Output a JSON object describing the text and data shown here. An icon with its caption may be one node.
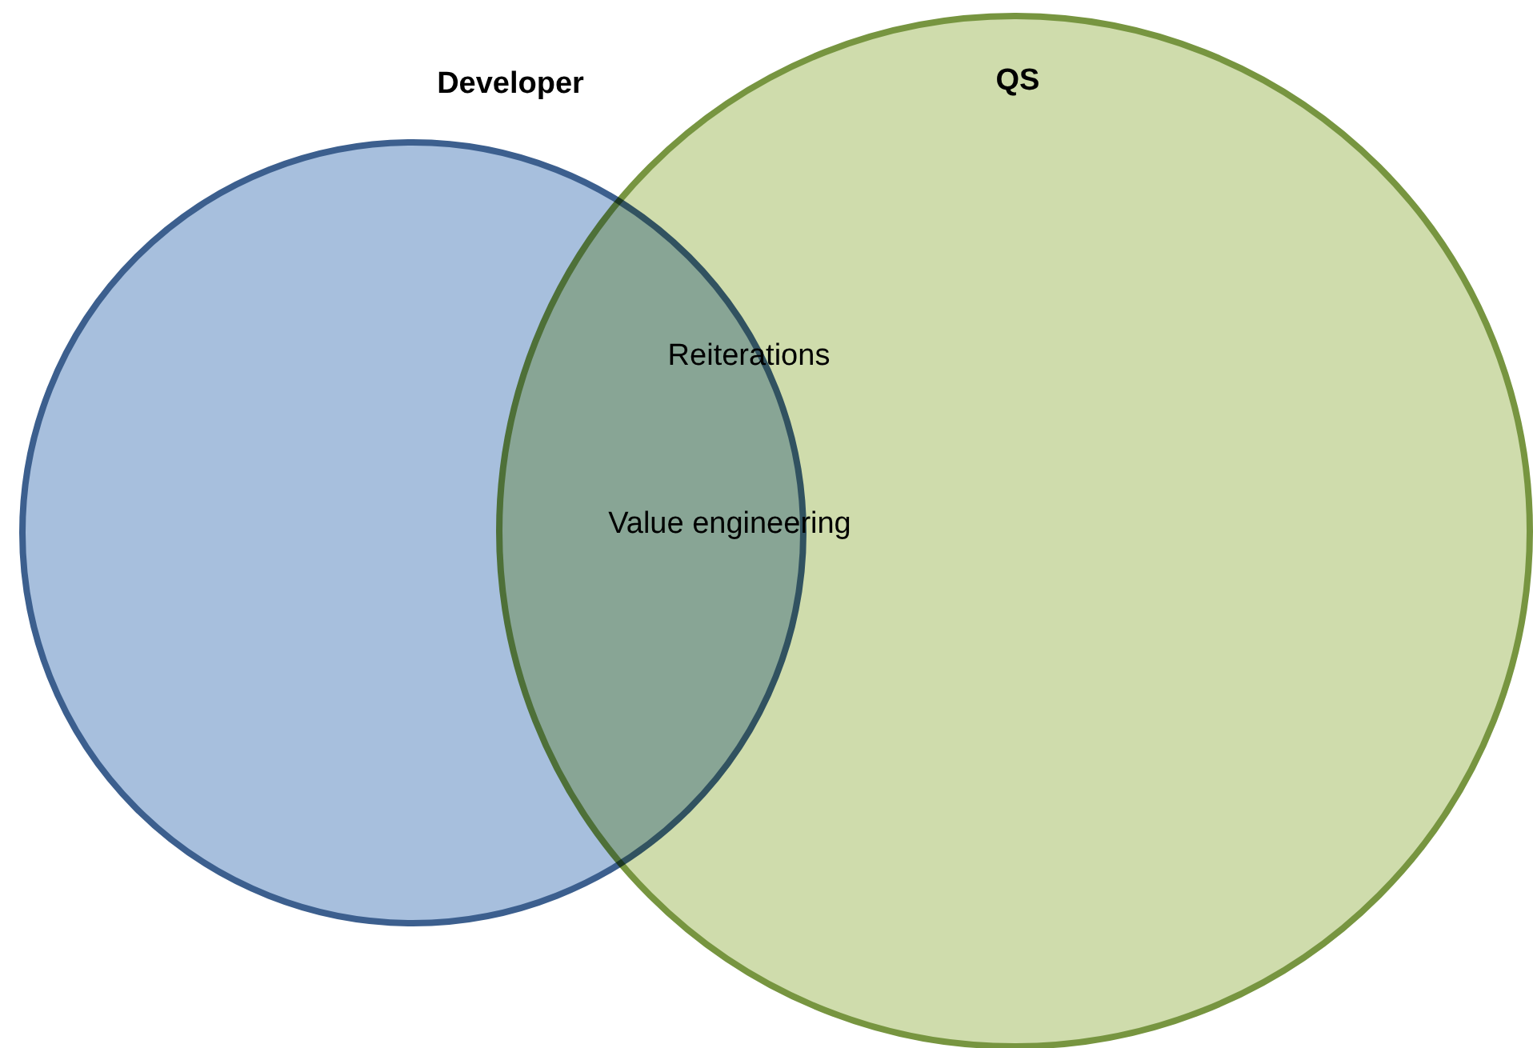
{
  "diagram": {
    "nodes": [
      {
        "text": [
          "Developer"
        ]
      },
      {
        "text": [
          "QS"
        ]
      }
    ],
    "labels": [
      "Reiterations",
      "Value engineering"
    ]
  }
}
